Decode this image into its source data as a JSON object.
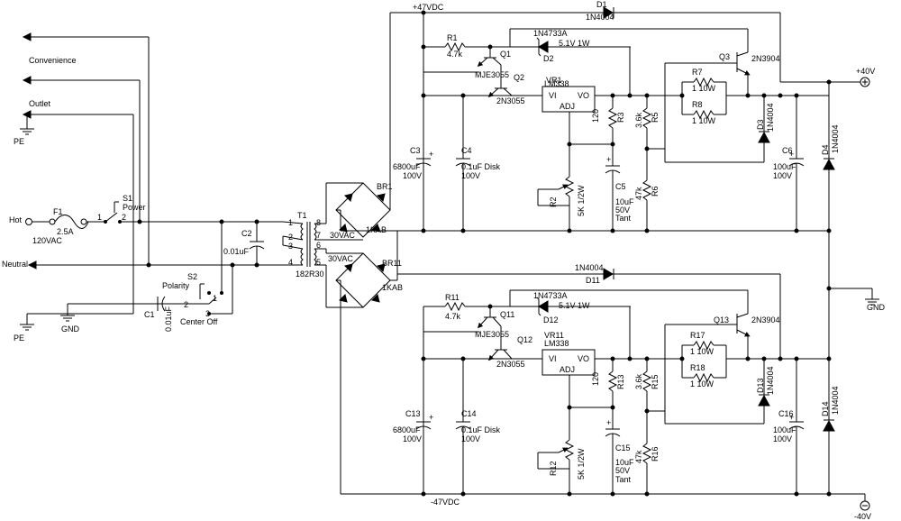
{
  "mains": {
    "convenience": "Convenience",
    "outlet": "Outlet",
    "pe_top": "PE",
    "hot": "Hot",
    "neutral": "Neutral",
    "pe_bottom": "PE",
    "gnd_left": "GND"
  },
  "f1": {
    "ref": "F1",
    "rating": "2.5A",
    "voltage": "120VAC"
  },
  "s1": {
    "ref": "S1",
    "name": "Power",
    "pin1": "1",
    "pin2": "2"
  },
  "s2": {
    "ref": "S2",
    "name": "Polarity",
    "pos": "Center Off",
    "pin1": "1",
    "pin2": "2",
    "pin3": "3"
  },
  "c1": {
    "ref": "C1",
    "value": "0.01uF"
  },
  "c2": {
    "ref": "C2",
    "value": "0.01uF"
  },
  "t1": {
    "ref": "T1",
    "part": "182R30",
    "pins": [
      "1",
      "2",
      "3",
      "4",
      "8",
      "7",
      "6",
      "5"
    ]
  },
  "br1": {
    "ref": "BR1",
    "part": "1KAB",
    "vac": "30VAC"
  },
  "br11": {
    "ref": "BR11",
    "part": "1KAB",
    "vac": "30VAC"
  },
  "rails": {
    "pos47": "+47VDC",
    "neg47": "-47VDC",
    "pos40": "+40V",
    "neg40": "-40V",
    "gnd": "GND"
  },
  "upper": {
    "d1": {
      "ref": "D1",
      "part": "1N4004"
    },
    "r1": {
      "ref": "R1",
      "value": "4.7k"
    },
    "d2": {
      "ref": "D2",
      "part": "1N4733A",
      "rating": "5.1V 1W"
    },
    "q1": {
      "ref": "Q1",
      "part": "MJE3055"
    },
    "q2": {
      "ref": "Q2",
      "part": "2N3055"
    },
    "q3": {
      "ref": "Q3",
      "part": "2N3904"
    },
    "vr1": {
      "ref": "VR1",
      "part": "LM338",
      "vi": "VI",
      "vo": "VO",
      "adj": "ADJ"
    },
    "r7": {
      "ref": "R7",
      "value": "1 10W"
    },
    "r8": {
      "ref": "R8",
      "value": "1 10W"
    },
    "d3": {
      "ref": "D3",
      "part": "1N4004"
    },
    "r3": {
      "ref": "R3",
      "value": "120"
    },
    "r5": {
      "ref": "R5",
      "value": "3.6k"
    },
    "r6": {
      "ref": "R6",
      "value": "47k"
    },
    "c3": {
      "ref": "C3",
      "value": "6800uF",
      "voltage": "100V"
    },
    "c4": {
      "ref": "C4",
      "value": "0.1uF Disk",
      "voltage": "100V"
    },
    "c5": {
      "ref": "C5",
      "value": "10uF",
      "voltage": "50V",
      "type": "Tant"
    },
    "r2": {
      "ref": "R2",
      "value": "5K 1/2W"
    },
    "c6": {
      "ref": "C6",
      "value": "100uF",
      "voltage": "100V"
    },
    "d4": {
      "ref": "D4",
      "part": "1N4004"
    }
  },
  "lower": {
    "d11": {
      "ref": "D11",
      "part": "1N4004"
    },
    "r11": {
      "ref": "R11",
      "value": "4.7k"
    },
    "d12": {
      "ref": "D12",
      "part": "1N4733A",
      "rating": "5.1V 1W"
    },
    "q11": {
      "ref": "Q11",
      "part": "MJE3055"
    },
    "q12": {
      "ref": "Q12",
      "part": "2N3055"
    },
    "q13": {
      "ref": "Q13",
      "part": "2N3904"
    },
    "vr11": {
      "ref": "VR11",
      "part": "LM338",
      "vi": "VI",
      "vo": "VO",
      "adj": "ADJ"
    },
    "r17": {
      "ref": "R17",
      "value": "1 10W"
    },
    "r18": {
      "ref": "R18",
      "value": "1 10W"
    },
    "d13": {
      "ref": "D13",
      "part": "1N4004"
    },
    "r13": {
      "ref": "R13",
      "value": "120"
    },
    "r15": {
      "ref": "R15",
      "value": "3.6k"
    },
    "r16": {
      "ref": "R16",
      "value": "47k"
    },
    "c13": {
      "ref": "C13",
      "value": "6800uF",
      "voltage": "100V"
    },
    "c14": {
      "ref": "C14",
      "value": "0.1uF Disk",
      "voltage": "100V"
    },
    "c15": {
      "ref": "C15",
      "value": "10uF",
      "voltage": "50V",
      "type": "Tant"
    },
    "r12": {
      "ref": "R12",
      "value": "5K 1/2W"
    },
    "c16": {
      "ref": "C16",
      "value": "100uF",
      "voltage": "100V"
    },
    "d14": {
      "ref": "D14",
      "part": "1N4004"
    }
  }
}
